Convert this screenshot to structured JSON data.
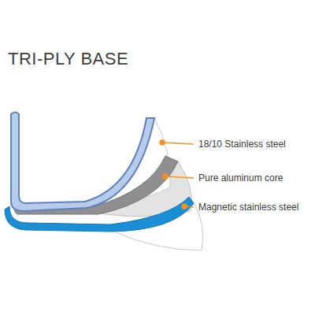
{
  "diagram": {
    "title": "TRI-PLY BASE",
    "labels": [
      "18/10 Stainless steel",
      "Pure aluminum core",
      "Magnetic stainless steel"
    ]
  }
}
